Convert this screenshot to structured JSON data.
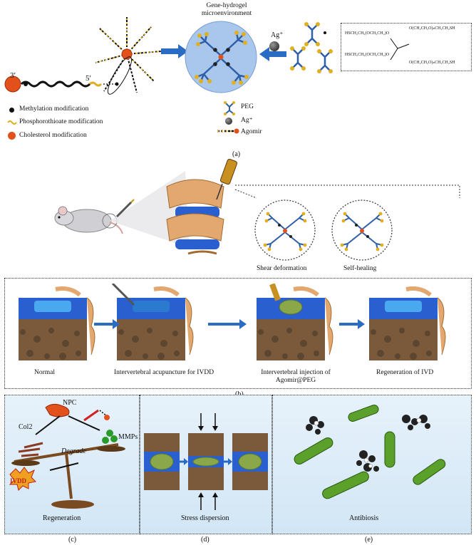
{
  "panel_a": {
    "microenv_title": "Gene-hydrogel microenvironment",
    "ag_label": "Ag⁺",
    "prime3": "3′",
    "prime5": "5′",
    "chem_lines": [
      "HSCH₂CH₂(OCH₂CH₂)O",
      "O(CH₂CH₂O)ₙCH₂CH₂SH",
      "HSCH₂CH₂(OCH₂CH₂)O",
      "O(CH₂CH₂O)ₙCH₂CH₂SH"
    ],
    "legend_left": [
      {
        "label": "Methylation modification",
        "icon": "black-dot"
      },
      {
        "label": "Phosphorothioate modification",
        "icon": "yellow-squiggle"
      },
      {
        "label": "Cholesterol modification",
        "icon": "orange-ball"
      }
    ],
    "legend_right": [
      {
        "label": "PEG",
        "icon": "peg-star"
      },
      {
        "label": "Ag⁺",
        "icon": "ag-sphere"
      },
      {
        "label": "Agomir",
        "icon": "agomir-strand"
      }
    ],
    "caption": "(a)"
  },
  "panel_b": {
    "circle_labels": [
      "Shear deformation",
      "Self-healing"
    ],
    "stages": [
      "Normal",
      "Intervertebral acupuncture for IVDD",
      "Intervertebral injection of Agomir@PEG",
      "Regeneration of IVD"
    ],
    "caption": "(b)"
  },
  "panel_c": {
    "npc": "NPC",
    "col2": "Col2",
    "degrade": "Degrade",
    "mmps": "MMPs",
    "ivdd": "IVDD",
    "title": "Regeneration",
    "caption": "(c)"
  },
  "panel_d": {
    "title": "Stress dispersion",
    "caption": "(d)"
  },
  "panel_e": {
    "title": "Antibiosis",
    "caption": "(e)"
  },
  "colors": {
    "peg_blue": "#2f5fa8",
    "sh_yellow": "#e0b020",
    "agomir_orange": "#e2501c",
    "arrow_blue": "#2a6bc4",
    "disc_blue": "#2a5fd0",
    "bacteria_green": "#5aa02a"
  }
}
